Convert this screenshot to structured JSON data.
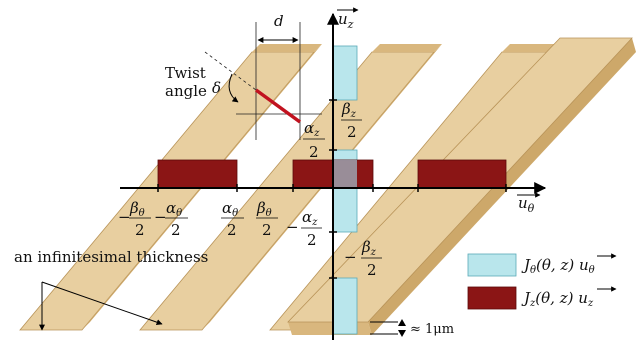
{
  "colors": {
    "strip_face": "#e8cfa0",
    "strip_side": "#cda86a",
    "strip_bottom": "#d9b77e",
    "j_theta": "#b9e6ec",
    "j_z": "#8b1515",
    "twist_line": "#c1121f",
    "axis": "#000000"
  },
  "labels": {
    "d": "d",
    "uz_axis": "u",
    "uz_sub": "z",
    "utheta_axis": "u",
    "utheta_sub": "θ",
    "twist_line1": "Twist",
    "twist_line2": "angle",
    "delta": "δ",
    "beta_theta_num": "β",
    "beta_theta_sub": "θ",
    "alpha_theta_num": "α",
    "alpha_theta_sub": "θ",
    "alpha_z_num": "α",
    "alpha_z_sub": "z",
    "beta_z_num": "β",
    "beta_z_sub": "z",
    "two": "2",
    "minus": "−",
    "thickness_note": "an infinitesimal thickness",
    "approx_thickness": "≈ 1μm"
  },
  "legend": {
    "items": [
      {
        "name": "j-theta",
        "main": "J",
        "sub": "θ",
        "args": "(θ, z) ",
        "vec": "u",
        "vec_sub": "θ"
      },
      {
        "name": "j-z",
        "main": "J",
        "sub": "z",
        "args": "(θ, z) ",
        "vec": "u",
        "vec_sub": "z"
      }
    ]
  }
}
